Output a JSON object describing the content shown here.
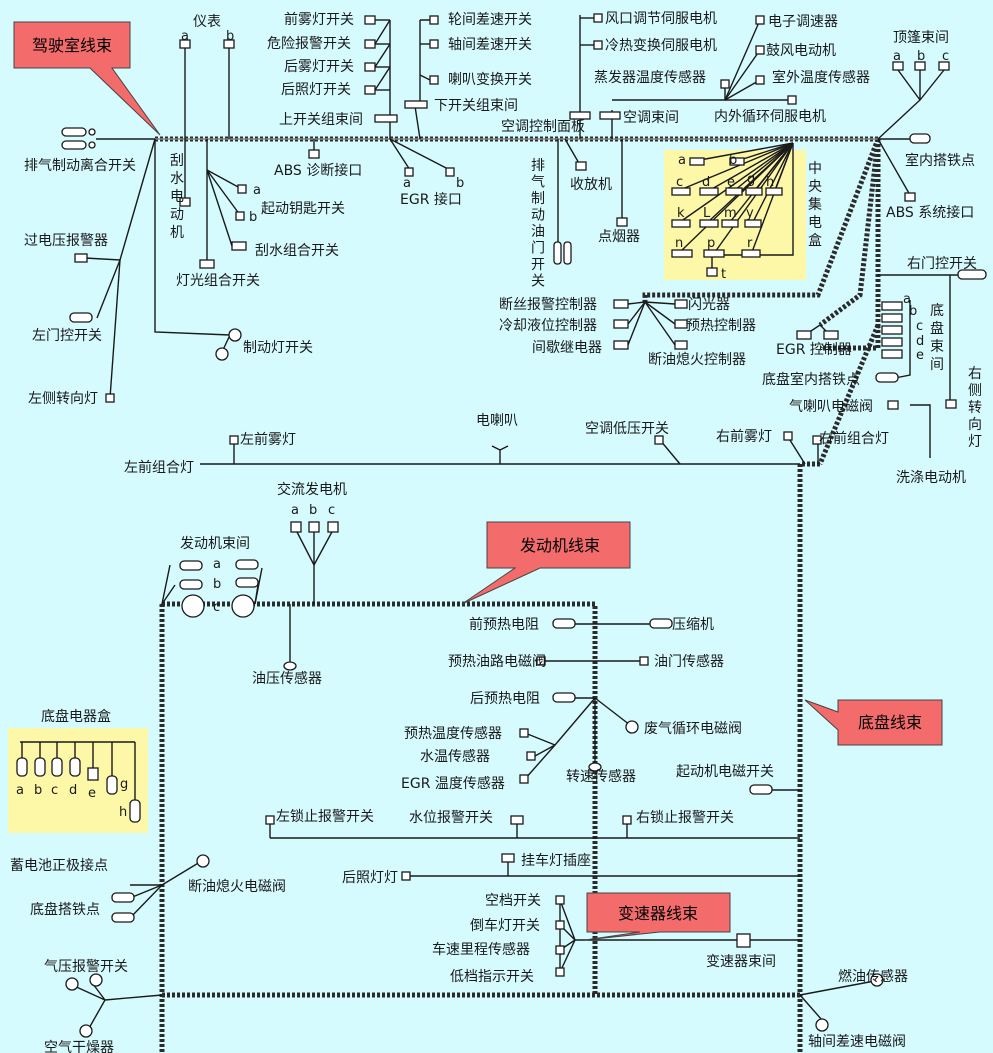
{
  "colors": {
    "background": "#d6fbff",
    "callout": "#f46b6b",
    "box": "#fdf7a8"
  },
  "callouts": {
    "cab": "驾驶室线束",
    "engine": "发动机线束",
    "chassis": "底盘线束",
    "transmission": "变速器线束"
  },
  "top": {
    "exhaust_brake": "排气制动离合开关",
    "instrument": "仪表",
    "a": "a",
    "b": "b",
    "front_fog_switch": "前雾灯开关",
    "hazard_switch": "危险报警开关",
    "rear_fog_switch": "后雾灯开关",
    "rear_light_switch": "后照灯开关",
    "upper_switch_bundle": "上开关组束间",
    "wheel_diff_switch": "轮间差速开关",
    "axle_diff_switch": "轴间差速开关",
    "horn_switch": "喇叭变换开关",
    "lower_switch_bundle": "下开关组束间",
    "abs_diag": "ABS 诊断接口",
    "egr_port": "EGR 接口",
    "vent_servo": "风口调节伺服电机",
    "hot_cold_servo": "冷热变换伺服电机",
    "evap_sensor": "蒸发器温度传感器",
    "ac_panel": "空调控制面板",
    "ac_bundle": "空调束间",
    "electronic_governor": "电子调速器",
    "blower_motor": "鼓风电动机",
    "outdoor_temp": "室外温度传感器",
    "circ_servo": "内外循环伺服电机",
    "roof_bundle": "顶篷束间",
    "c": "c",
    "indoor_ground": "室内搭铁点",
    "abs_port": "ABS 系统接口",
    "wiper_motor": "刮水电动机",
    "start_key": "起动钥匙开关",
    "wiper_combo": "刮水组合开关",
    "light_combo": "灯光组合开关",
    "overvolt_alarm": "过电压报警器",
    "left_door_switch": "左门控开关",
    "brake_light_switch": "制动灯开关",
    "left_turn_light": "左侧转向灯",
    "exhaust_throttle_switch": "排气制动油门开关",
    "radio": "收放机",
    "cigar": "点烟器",
    "central_box": "中央集电盒",
    "fuse_alarm": "断丝报警控制器",
    "coolant_ctrl": "冷却液位控制器",
    "intermittent_relay": "间歇继电器",
    "flasher": "闪光器",
    "preheat_ctrl": "预热控制器",
    "shutoff_ctrl": "断油熄火控制器",
    "egr_ctrl": "EGR 控制器",
    "right_door_switch": "右门控开关",
    "chassis_bundle": "底盘束间",
    "chassis_indoor_ground": "底盘室内搭铁点",
    "right_turn_light": "右侧转向灯",
    "air_horn_valve": "气喇叭电磁阀",
    "washer_motor": "洗涤电动机",
    "left_front_fog": "左前雾灯",
    "left_front_combo": "左前组合灯",
    "electric_horn": "电喇叭",
    "ac_low_switch": "空调低压开关",
    "right_front_fog": "右前雾灯",
    "right_front_combo": "右前组合灯"
  },
  "central": {
    "a": "a",
    "b": "b",
    "c": "c",
    "d": "d",
    "e": "e",
    "g": "g",
    "h": "h",
    "k": "k",
    "L": "L",
    "m": "m",
    "y": "y",
    "n": "n",
    "p": "p",
    "r": "r",
    "t": "t"
  },
  "chassis_letters": {
    "a": "a",
    "b": "b",
    "c": "c",
    "d": "d",
    "e": "e"
  },
  "engine": {
    "alternator": "交流发电机",
    "starter_bundle": "发动机束间",
    "oil_pressure": "油压传感器",
    "front_preheat_res": "前预热电阻",
    "compressor": "压缩机",
    "preheat_oil_valve": "预热油路电磁阀",
    "throttle_sensor": "油门传感器",
    "rear_preheat_res": "后预热电阻",
    "egr_valve": "废气循环电磁阀",
    "preheat_temp": "预热温度传感器",
    "water_temp": "水温传感器",
    "egr_temp": "EGR 温度传感器",
    "speed_sensor": "转速传感器",
    "starter_relay": "起动机电磁开关",
    "a": "a",
    "b": "b",
    "c": "c"
  },
  "lower": {
    "chassis_box": "底盘电器盒",
    "a": "a",
    "b": "b",
    "c": "c",
    "d": "d",
    "e": "e",
    "g": "g",
    "h": "h",
    "left_lock_alarm": "左锁止报警开关",
    "water_alarm": "水位报警开关",
    "right_lock_alarm": "右锁止报警开关",
    "battery_pos": "蓄电池正极接点",
    "shutoff_valve": "断油熄火电磁阀",
    "chassis_ground": "底盘搭铁点",
    "rear_light": "后照灯灯",
    "trailer_socket": "挂车灯插座",
    "neutral_switch": "空档开关",
    "reverse_switch": "倒车灯开关",
    "speedo_sensor": "车速里程传感器",
    "low_gear_switch": "低档指示开关",
    "trans_bundle": "变速器束间",
    "air_alarm": "气压报警开关",
    "air_dryer": "空气干燥器",
    "fuel_sensor": "燃油传感器",
    "axle_diff_valve": "轴间差速电磁阀"
  }
}
